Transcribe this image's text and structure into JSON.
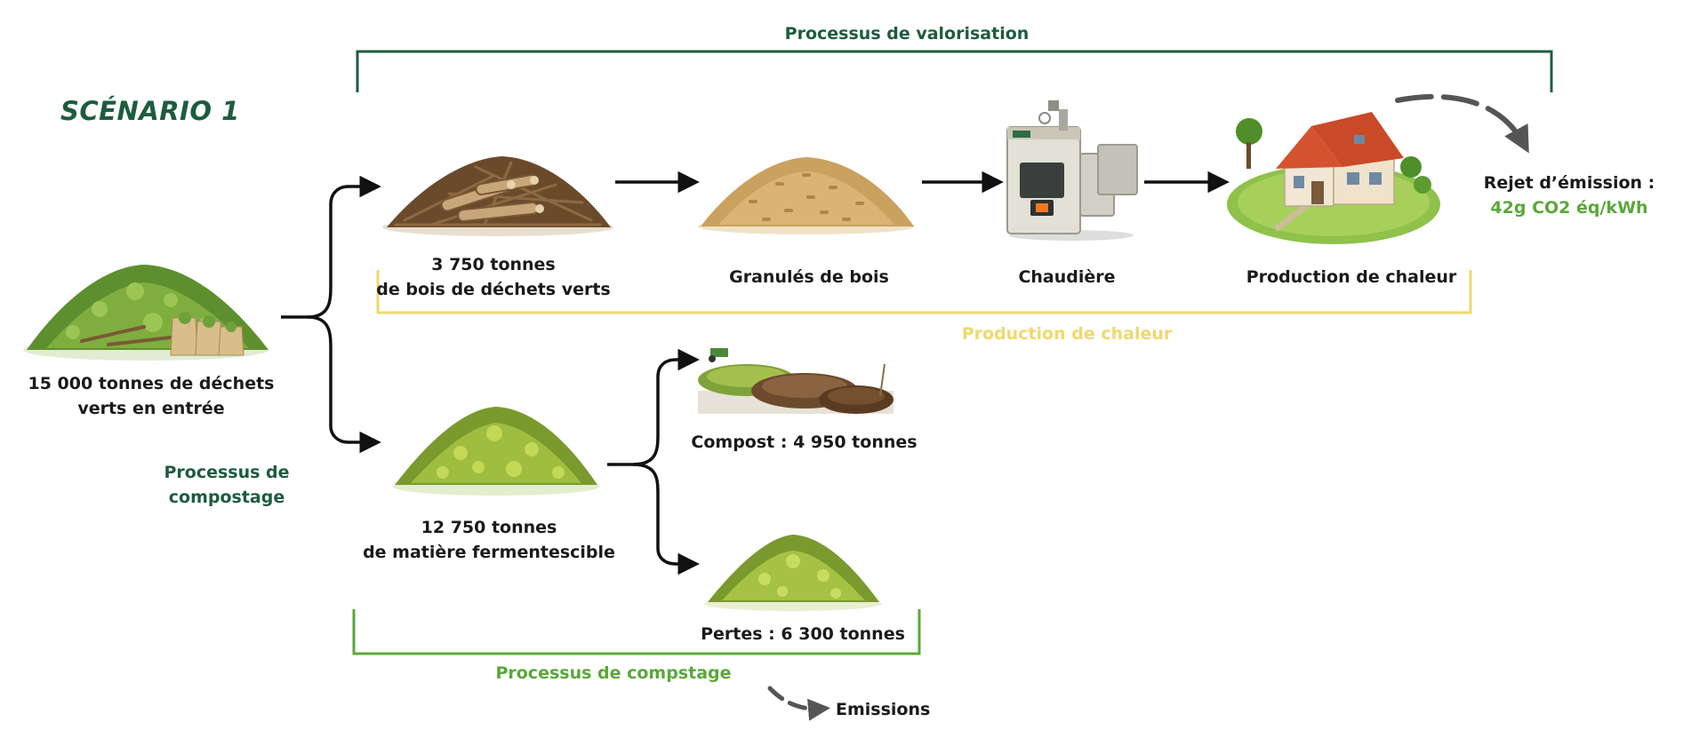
{
  "title": "SCÉNARIO 1",
  "brackets": {
    "valorisation": "Processus de valorisation",
    "chaleur": "Production de chaleur",
    "compostage_bottom": "Processus de compstage"
  },
  "side_label": {
    "line1": "Processus de",
    "line2": "compostage"
  },
  "nodes": {
    "input": {
      "line1": "15 000 tonnes de déchets",
      "line2": "verts en entrée",
      "icon": "green-waste-pile-icon"
    },
    "wood": {
      "line1": "3 750 tonnes",
      "line2": "de bois de déchets verts",
      "icon": "wood-branches-pile-icon"
    },
    "pellets": {
      "label": "Granulés de bois",
      "icon": "wood-pellets-pile-icon"
    },
    "boiler": {
      "label": "Chaudière",
      "icon": "boiler-icon"
    },
    "heat": {
      "label": "Production de chaleur",
      "icon": "house-icon"
    },
    "emission": {
      "line1": "Rejet d’émission :",
      "line2": "42g CO2 éq/kWh"
    },
    "ferment": {
      "line1": "12 750 tonnes",
      "line2": "de matière fermentescible",
      "icon": "green-matter-pile-icon"
    },
    "compost": {
      "label": "Compost : 4 950 tonnes",
      "icon": "compost-rows-icon"
    },
    "losses": {
      "label": "Pertes : 6 300 tonnes",
      "icon": "losses-pile-icon"
    },
    "emissions": {
      "label": "Emissions"
    }
  },
  "colors": {
    "dark_green": "#1d5c3f",
    "light_green": "#5aa83a",
    "yellow": "#eed96c",
    "arrow": "#111111",
    "curved_arrow": "#555555"
  }
}
